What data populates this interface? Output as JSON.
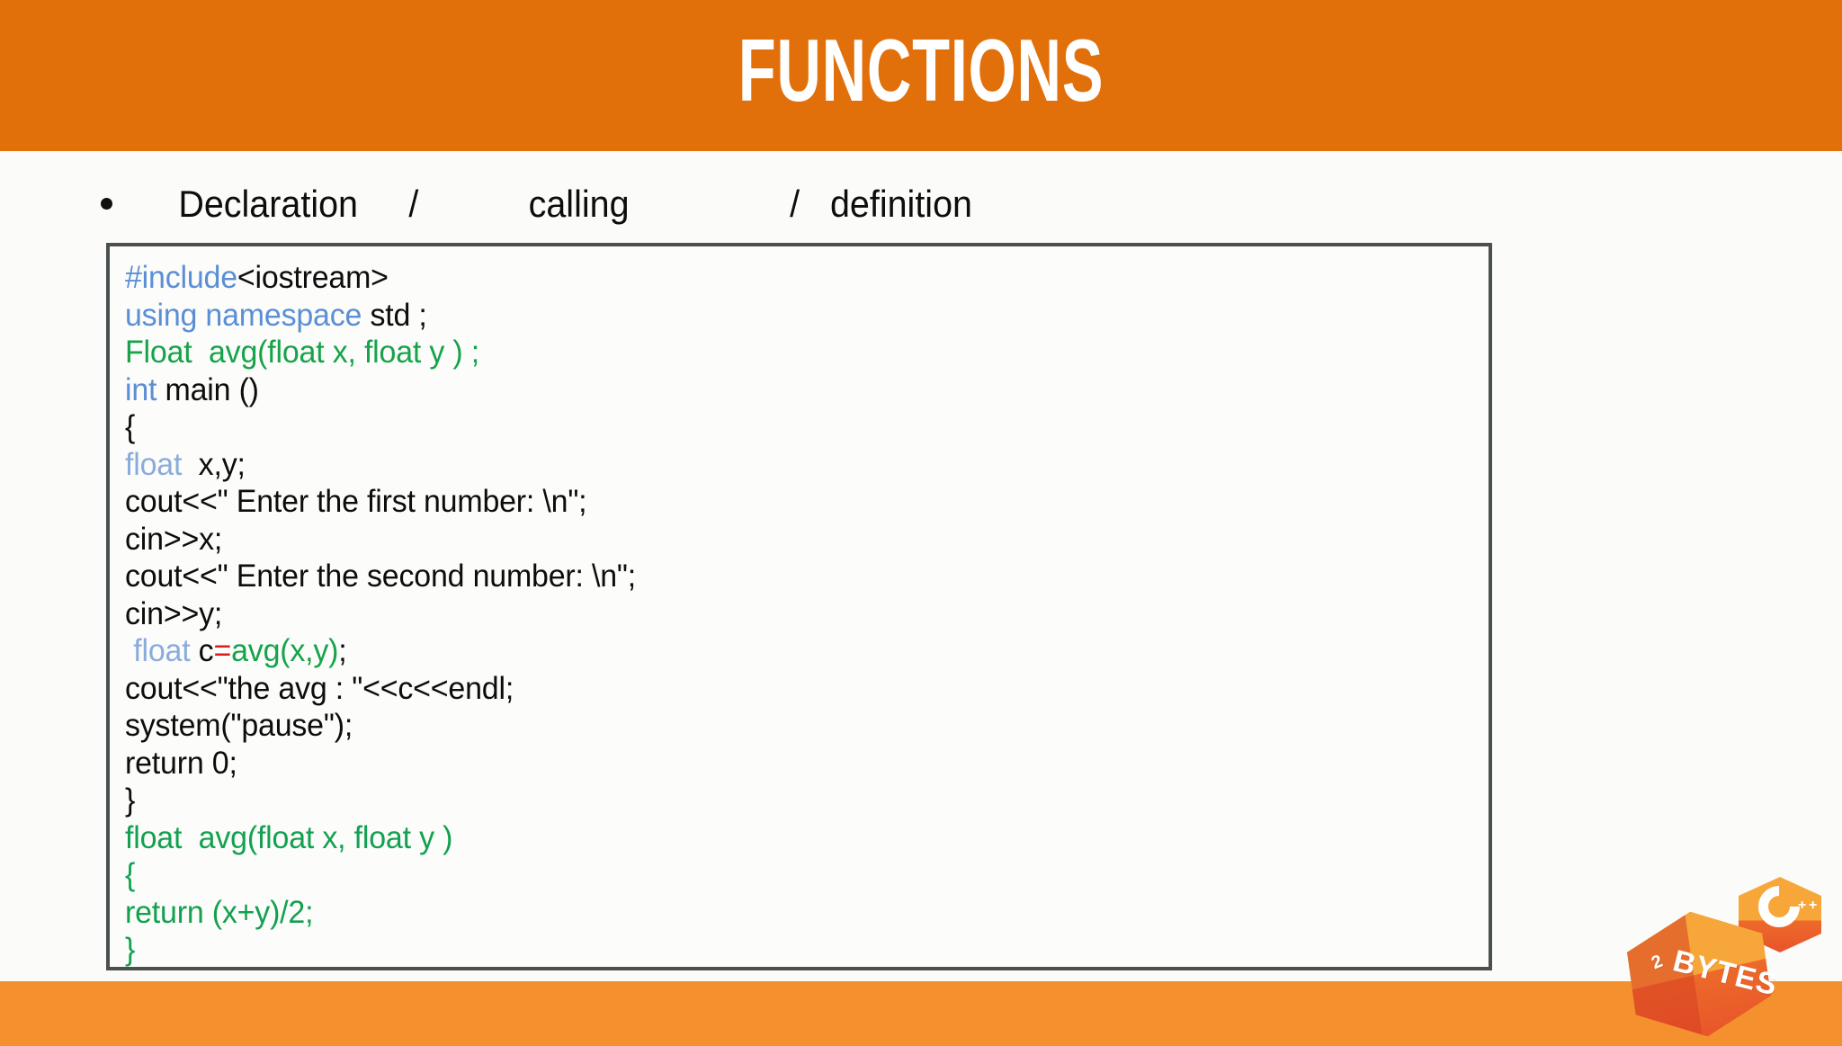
{
  "slide": {
    "title": "FUNCTIONS",
    "background_color": "#FBFBF9",
    "title_band_color": "#E2700A",
    "bottom_band_color": "#F5902F"
  },
  "bullet": {
    "marker": "•",
    "part1": "Declaration",
    "slash1": "/",
    "part2": "calling",
    "slash2": "/",
    "part3": "definition"
  },
  "code": {
    "border_color": "#4A4F4F",
    "lines": [
      {
        "id": "l01",
        "text": "#include<iostream>"
      },
      {
        "id": "l02",
        "text": "using namespace std ;"
      },
      {
        "id": "l03",
        "text": "Float  avg(float x, float y ) ;"
      },
      {
        "id": "l04",
        "text": "int main ()"
      },
      {
        "id": "l05",
        "text": "{"
      },
      {
        "id": "l06",
        "text": "float  x,y;"
      },
      {
        "id": "l07",
        "text": "cout<<\" Enter the first number: \\n\";"
      },
      {
        "id": "l08",
        "text": "cin>>x;"
      },
      {
        "id": "l09",
        "text": "cout<<\" Enter the second number: \\n\";"
      },
      {
        "id": "l10",
        "text": "cin>>y;"
      },
      {
        "id": "l11",
        "text": " float c=avg(x,y);"
      },
      {
        "id": "l12",
        "text": "cout<<\"the avg : \"<<c<<endl;"
      },
      {
        "id": "l13",
        "text": "system(\"pause\");"
      },
      {
        "id": "l14",
        "text": "return 0;"
      },
      {
        "id": "l15",
        "text": "}"
      },
      {
        "id": "l16",
        "text": "float  avg(float x, float y )"
      },
      {
        "id": "l17",
        "text": "{"
      },
      {
        "id": "l18",
        "text": "return (x+y)/2;"
      },
      {
        "id": "l19",
        "text": "}"
      }
    ],
    "tokens": {
      "l01_a": "#include",
      "l01_b": "<iostream>",
      "l02_a": "using namespace",
      "l02_b": " std ;",
      "l03_a": "Float  avg(float x, float y ) ;",
      "l04_a": "int",
      "l04_b": " main ()",
      "l05_a": "{",
      "l06_a": "float",
      "l06_b": "  x,y;",
      "l07_a": "cout<<\" Enter the first number: \\n\";",
      "l08_a": "cin>>x;",
      "l09_a": "cout<<\" Enter the second number: \\n\";",
      "l10_a": "cin>>y;",
      "l11_a": " float",
      "l11_b": " c",
      "l11_c": "=",
      "l11_d": "avg(x,y)",
      "l11_e": ";",
      "l12_a": "cout<<\"the avg : \"<<c<<endl;",
      "l13_a": "system(\"pause\");",
      "l14_a": "return 0;",
      "l15_a": "}",
      "l16_a": "float  avg(float x, float y )",
      "l17_a": "{",
      "l18_a": "return (x+y)/2;",
      "l19_a": "}"
    }
  },
  "logo": {
    "name": "2 BYTES",
    "two": "2",
    "bytes": "BYTES",
    "badge": "C",
    "plus1": "+",
    "plus2": "+"
  }
}
